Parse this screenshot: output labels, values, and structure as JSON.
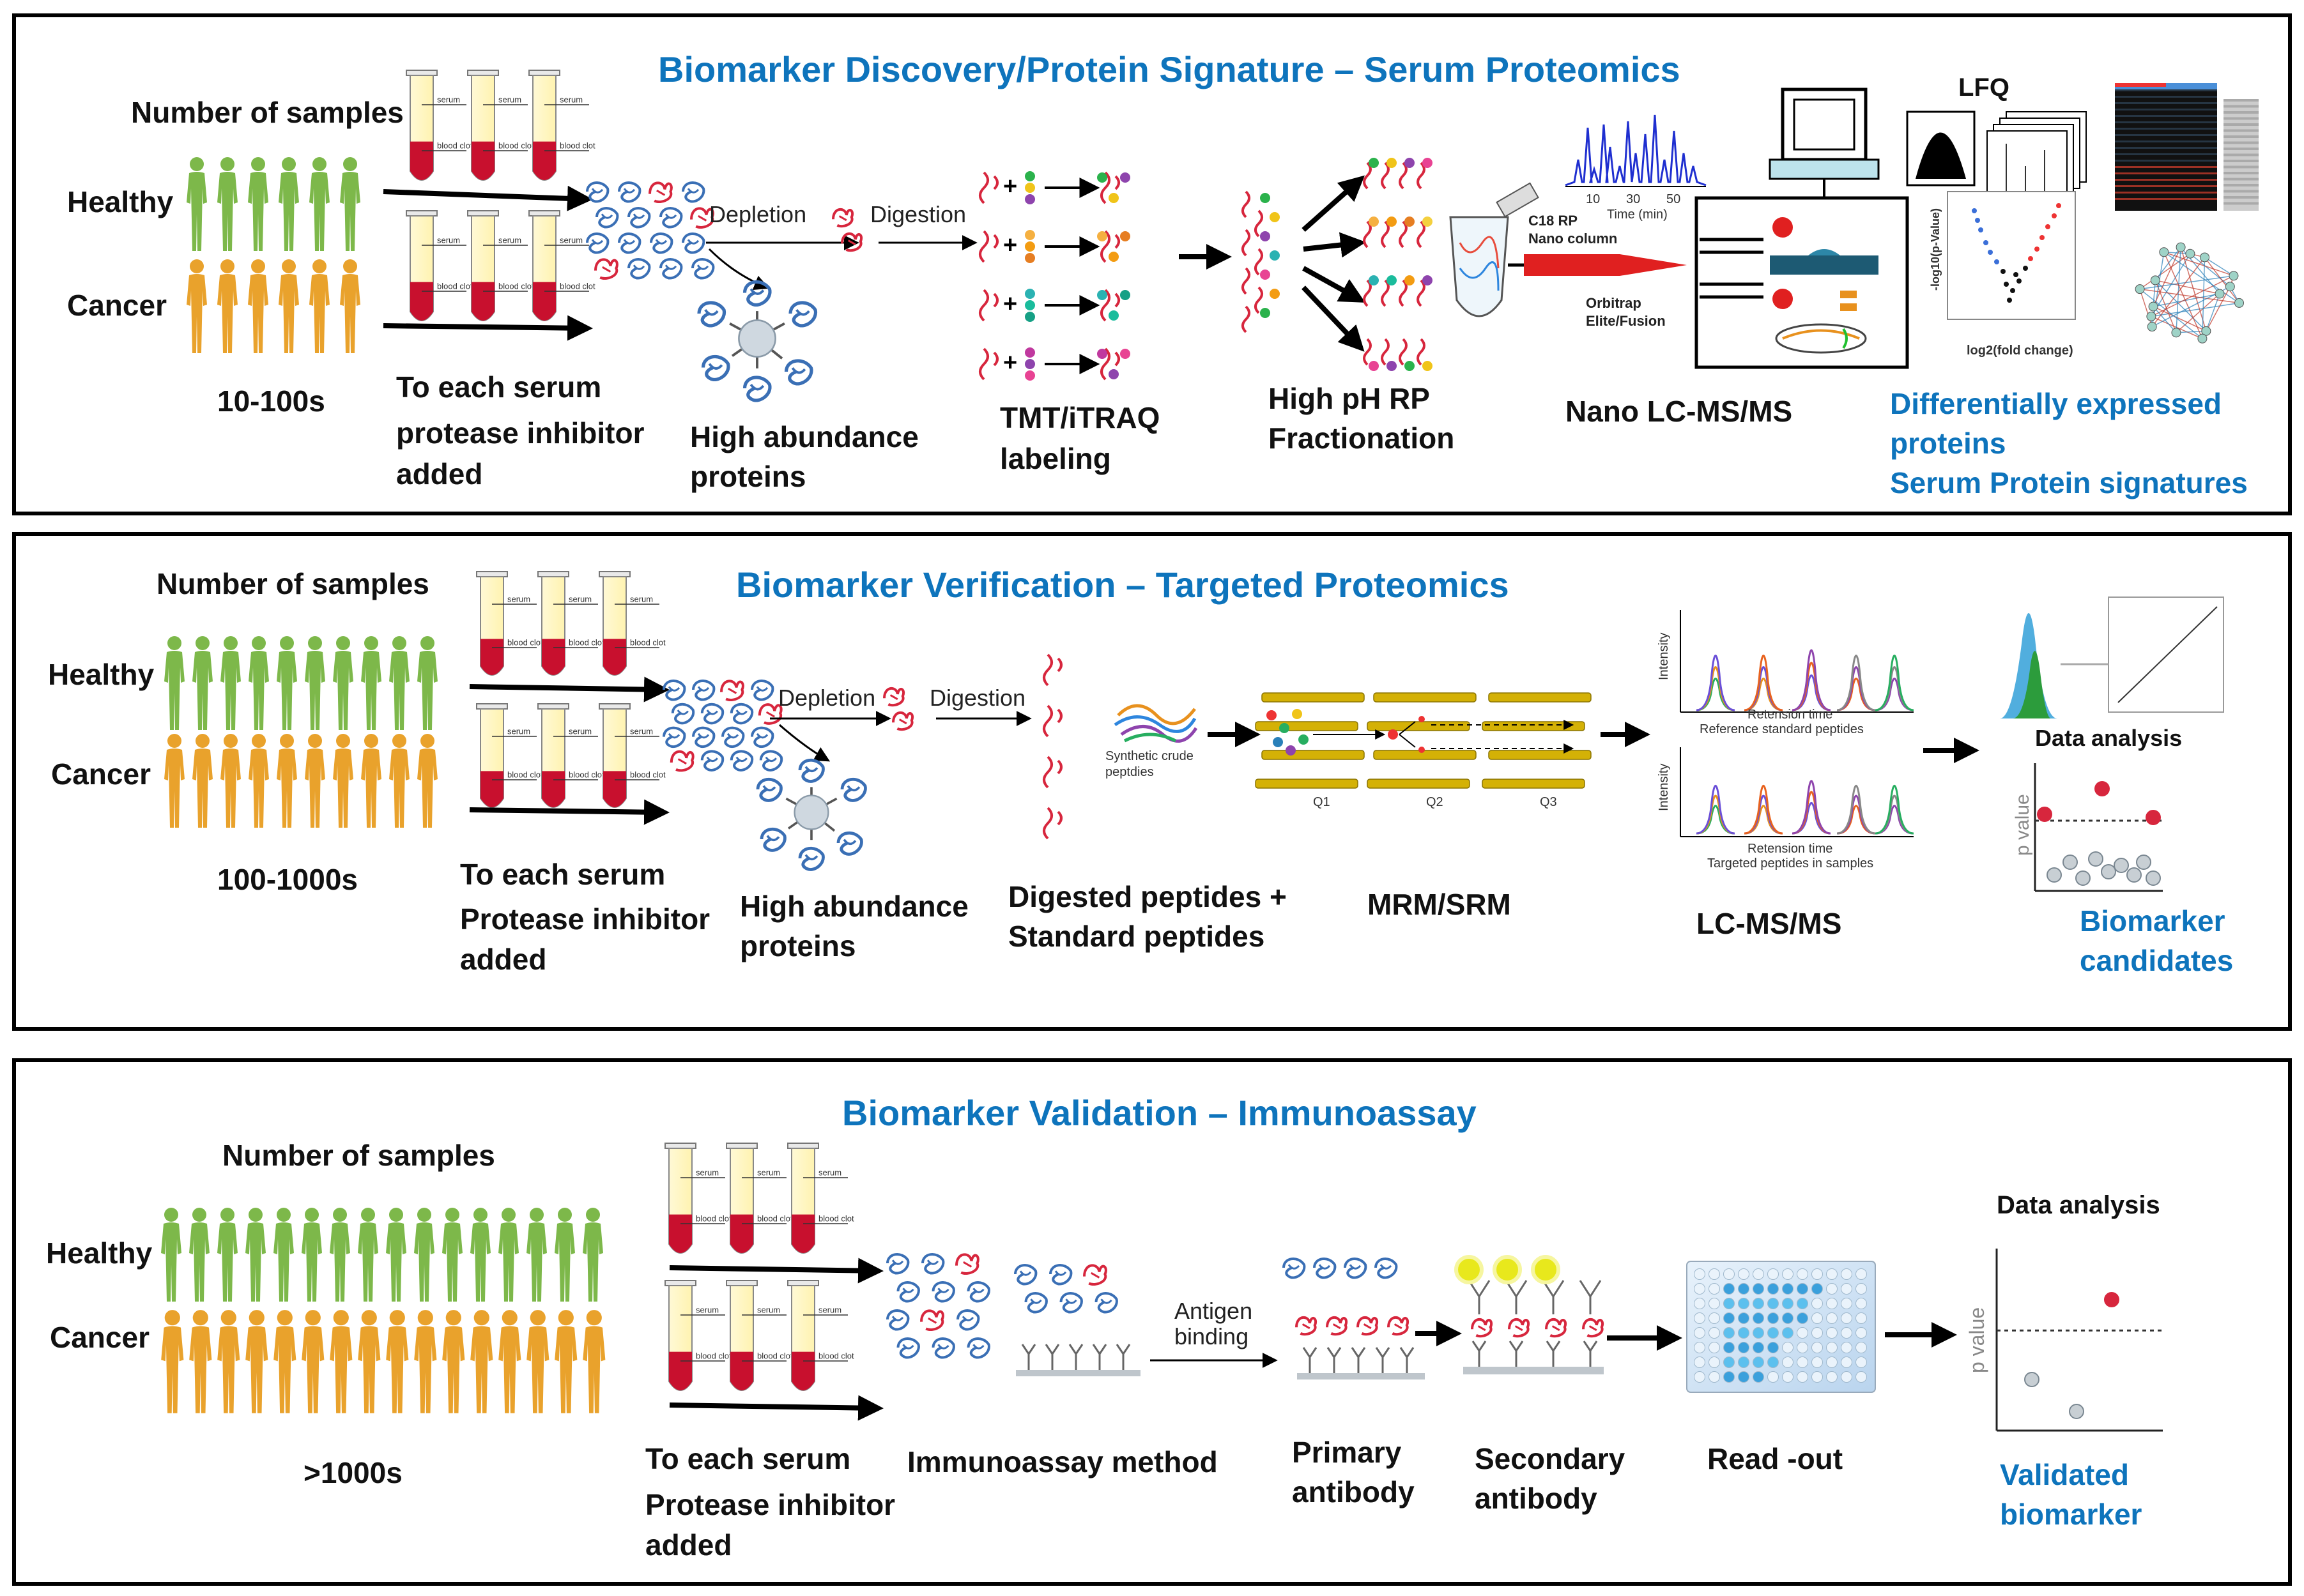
{
  "panels": [
    {
      "title": "Biomarker Discovery/Protein Signature – Serum Proteomics",
      "samples_label": "Number of samples",
      "healthy": "Healthy",
      "cancer": "Cancer",
      "count": "10-100s",
      "serum_step": [
        "To each serum",
        "protease inhibitor",
        "added"
      ],
      "depletion": "Depletion",
      "digestion": "Digestion",
      "high_abundance": [
        "High abundance",
        "proteins"
      ],
      "labeling": [
        "TMT/iTRAQ",
        "labeling"
      ],
      "fractionation": [
        "High pH RP",
        "Fractionation"
      ],
      "column": [
        "C18 RP",
        "Nano column"
      ],
      "orbitrap": [
        "Orbitrap",
        "Elite/Fusion"
      ],
      "time_axis": "Time (min)",
      "time_ticks": [
        "10",
        "30",
        "50"
      ],
      "instrument": "Nano LC-MS/MS",
      "lfq": "LFQ",
      "volcano_y": "-log10(p-Value)",
      "volcano_x": "log2(fold change)",
      "result": [
        "Differentially expressed",
        "proteins",
        "Serum Protein signatures"
      ]
    },
    {
      "title": "Biomarker Verification – Targeted Proteomics",
      "samples_label": "Number of samples",
      "healthy": "Healthy",
      "cancer": "Cancer",
      "count": "100-1000s",
      "serum_step": [
        "To each serum",
        "Protease inhibitor",
        "added"
      ],
      "depletion": "Depletion",
      "digestion": "Digestion",
      "high_abundance": [
        "High abundance",
        "proteins"
      ],
      "synthetic": [
        "Synthetic crude",
        "peptdies"
      ],
      "peptides": [
        "Digested peptides +",
        "Standard peptides"
      ],
      "quads": [
        "Q1",
        "Q2",
        "Q3"
      ],
      "mrm": "MRM/SRM",
      "intensity": "Intensity",
      "retention": "Retension time",
      "ref_label": "Reference standard peptides",
      "target_label": "Targeted peptides in samples",
      "instrument": "LC-MS/MS",
      "data_analysis": "Data analysis",
      "p_value": "p value",
      "result": [
        "Biomarker",
        "candidates"
      ]
    },
    {
      "title": "Biomarker Validation – Immunoassay",
      "samples_label": "Number of samples",
      "healthy": "Healthy",
      "cancer": "Cancer",
      "count": ">1000s",
      "serum_step": [
        "To each serum",
        "Protease inhibitor",
        "added"
      ],
      "antigen": [
        "Antigen",
        "binding"
      ],
      "method": "Immunoassay method",
      "primary": [
        "Primary",
        "antibody"
      ],
      "secondary": [
        "Secondary",
        "antibody"
      ],
      "readout": "Read -out",
      "data_analysis": "Data analysis",
      "p_value": "p value",
      "result": [
        "Validated",
        "biomarker"
      ]
    }
  ],
  "tube_labels": [
    "serum",
    "blood clot"
  ],
  "colors": {
    "title_blue": "#0E74BC",
    "healthy_green": "#7DB84A",
    "cancer_orange": "#E9A22C",
    "blood_red": "#C8102E",
    "protein_blue": "#3A6FB5",
    "biomarker_red": "#D7263D"
  }
}
